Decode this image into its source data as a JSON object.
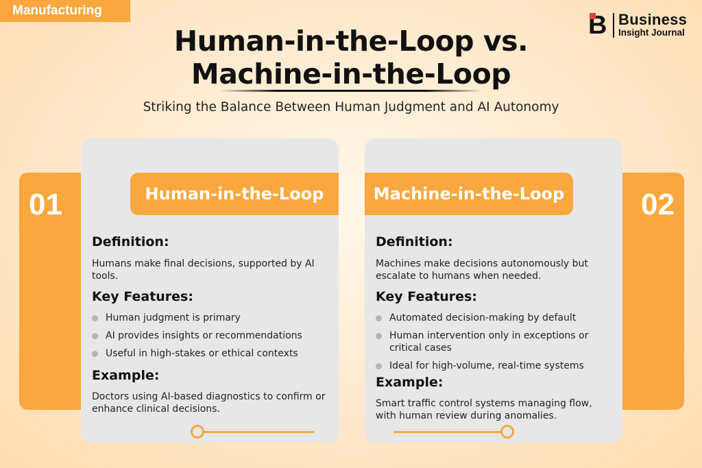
{
  "tag": "Manufacturing",
  "logo": {
    "mark": "B",
    "line1": "Business",
    "line2": "Insight Journal"
  },
  "title": {
    "line1": "Human-in-the-Loop vs.",
    "line2": "Machine-in-the-Loop"
  },
  "subtitle": "Striking the Balance Between Human Judgment and AI Autonomy",
  "colors": {
    "accent": "#f9a73e",
    "card": "#e7e7e7",
    "logo_red": "#e8403a"
  },
  "cards": [
    {
      "number": "01",
      "title": "Human-in-the-Loop",
      "definition_label": "Definition:",
      "definition": "Humans make final decisions, supported by AI tools.",
      "features_label": "Key Features:",
      "features": [
        "Human judgment is primary",
        "AI provides insights or recommendations",
        "Useful in high-stakes or ethical contexts"
      ],
      "example_label": "Example:",
      "example": "Doctors using AI-based diagnostics to confirm or enhance clinical decisions."
    },
    {
      "number": "02",
      "title": "Machine-in-the-Loop",
      "definition_label": "Definition:",
      "definition": "Machines make decisions autonomously but escalate to humans when needed.",
      "features_label": "Key Features:",
      "features": [
        "Automated decision-making by default",
        "Human intervention only in exceptions or critical cases",
        "Ideal for high-volume, real-time systems"
      ],
      "example_label": "Example:",
      "example": "Smart traffic control systems managing flow, with human review during anomalies."
    }
  ]
}
